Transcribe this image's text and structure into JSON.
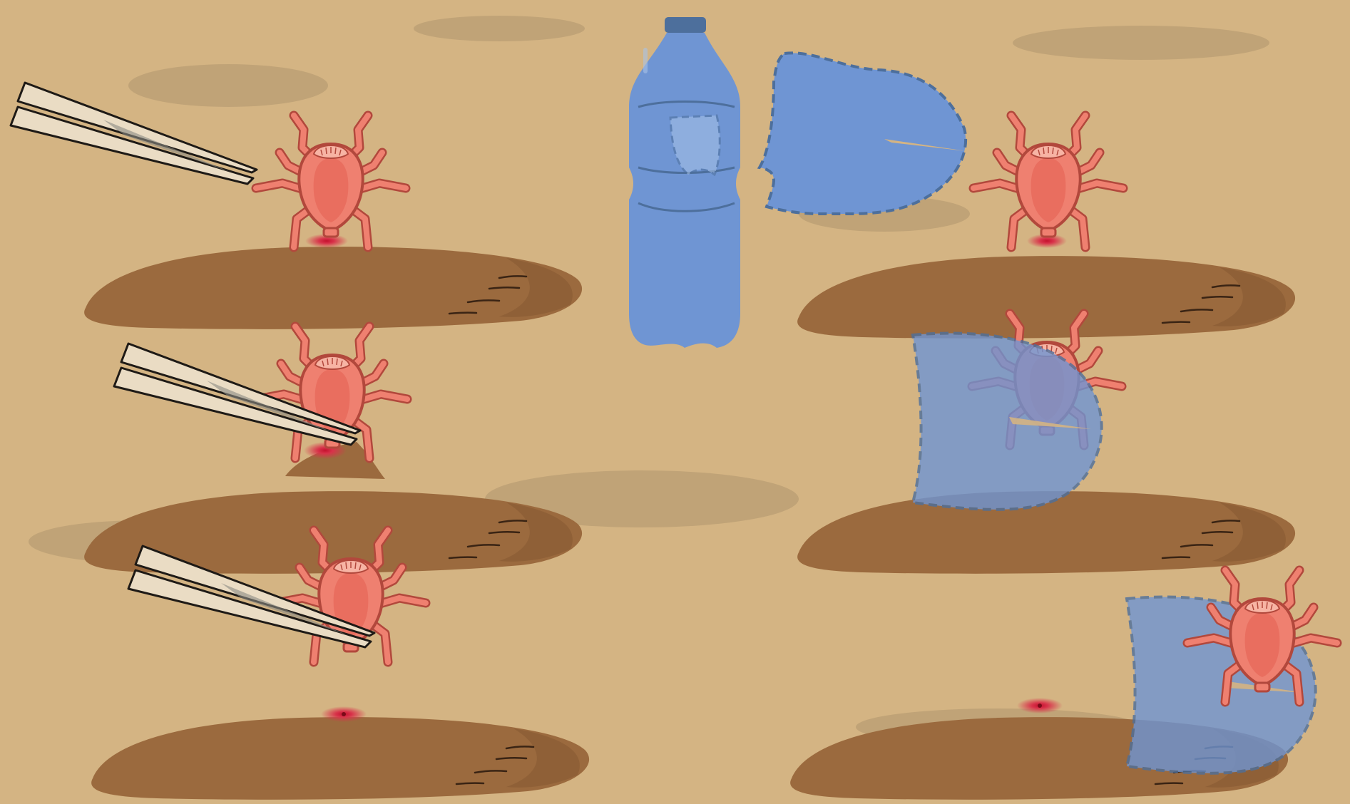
{
  "colors": {
    "background": "#d4b483",
    "background_speckle": "#6b5a44",
    "skin": "#9b6a3e",
    "skin_crease": "#3a2414",
    "tick_body": "#ef8070",
    "tick_outline": "#b2483c",
    "tick_head": "#f7b4a4",
    "bite_mark": "#d8334a",
    "tweezers_fill": "#eadcc4",
    "tweezers_line": "#1e1a16",
    "plastic_blue": "#6f95d3",
    "plastic_blue_dark": "#4d6f9c"
  },
  "panels": [
    {
      "id": "tweezers-step-1",
      "tool": "tweezers",
      "bite_visible": true,
      "tick_attached": true
    },
    {
      "id": "tweezers-step-2",
      "tool": "tweezers",
      "bite_visible": true,
      "tick_attached": true
    },
    {
      "id": "tweezers-step-3",
      "tool": "tweezers",
      "bite_visible": true,
      "tick_attached": false
    },
    {
      "id": "bottle-cutter-step-1",
      "tool": "cut-bottle",
      "bite_visible": true,
      "tick_attached": true
    },
    {
      "id": "bottle-cutter-step-2",
      "tool": "cut-bottle",
      "bite_visible": false,
      "tick_attached": true
    },
    {
      "id": "bottle-cutter-step-3",
      "tool": "cut-bottle",
      "bite_visible": true,
      "tick_attached": false
    }
  ],
  "icons": [
    "tick-icon",
    "tweezers-icon",
    "water-bottle-icon",
    "bottle-cutter-icon",
    "skin-mound",
    "bite-mark"
  ]
}
